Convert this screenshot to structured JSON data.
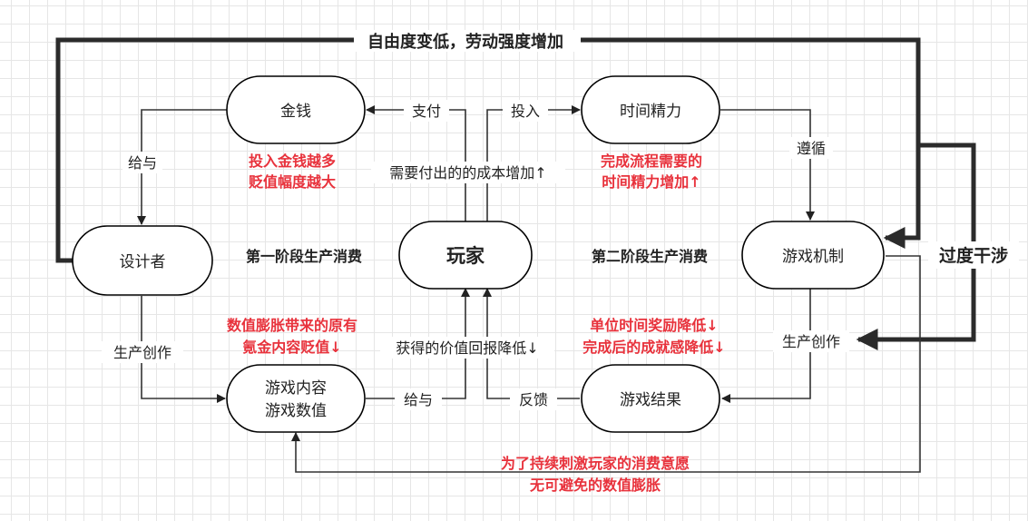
{
  "nodes": {
    "money": "金钱",
    "time_energy": "时间精力",
    "designer": "设计者",
    "player": "玩家",
    "game_mechanism": "游戏机制",
    "game_content": [
      "游戏内容",
      "游戏数值"
    ],
    "game_result": "游戏结果"
  },
  "edge_labels": {
    "top_loop": "自由度变低，劳动强度增加",
    "pay": "支付",
    "invest": "投入",
    "give_money": "给与",
    "follow": "遵循",
    "cost_rises": "需要付出的的成本增加↑",
    "produce_create_left": "生产创作",
    "produce_create_right": "生产创作",
    "value_drops": "获得的价值回报降低↓",
    "give_content": "给与",
    "feedback": "反馈",
    "over_intervene": "过度干涉"
  },
  "stages": {
    "first": "第一阶段生产消费",
    "second": "第二阶段生产消费"
  },
  "annotations": {
    "money_depreciation": [
      "投入金钱越多",
      "贬值幅度越大"
    ],
    "time_increase": [
      "完成流程需要的",
      "时间精力增加↑"
    ],
    "inflation_depreciation": [
      "数值膨胀带来的原有",
      "氪金内容贬值↓"
    ],
    "reward_drop": [
      "单位时间奖励降低↓",
      "完成后的成就感降低↓"
    ],
    "inevitable_inflation": [
      "为了持续刺激玩家的消费意愿",
      "无可避免的数值膨胀"
    ]
  },
  "colors": {
    "highlight": "#e8323c",
    "line": "#333333",
    "grid": "#e6e6e6"
  }
}
